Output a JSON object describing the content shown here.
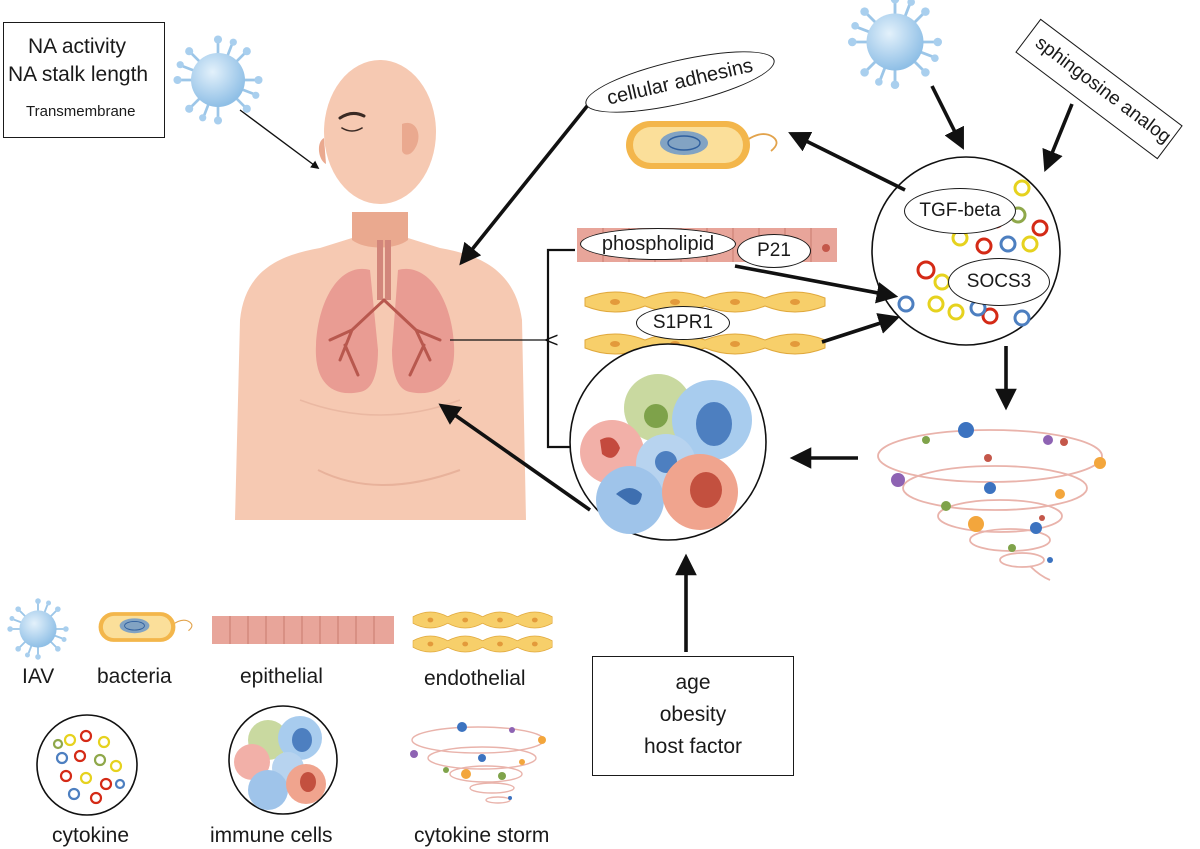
{
  "factor_box": {
    "line1": "NA activity",
    "line2": "NA stalk length",
    "line3": "Transmembrane"
  },
  "sphingosine_box": {
    "label": "sphingosine analog"
  },
  "ovals": {
    "cellular_adhesins": "cellular adhesins",
    "phospholipid": "phospholipid",
    "p21": "P21",
    "s1pr1": "S1PR1",
    "tgf_beta": "TGF-beta",
    "socs3": "SOCS3"
  },
  "host_box": {
    "line1": "age",
    "line2": "obesity",
    "line3": "host factor"
  },
  "legend": {
    "iav": "IAV",
    "bacteria": "bacteria",
    "epithelial": "epithelial",
    "endothelial": "endothelial",
    "cytokine": "cytokine",
    "immune_cells": "immune cells",
    "cytokine_storm": "cytokine storm"
  },
  "colors": {
    "skin": "#f6c9b2",
    "skin_shadow": "#eaa98f",
    "lung": "#e99c93",
    "bronchi": "#b8584e",
    "virus": "#a9cfee",
    "arrow": "#111111",
    "endothelial": "#f7cf6a",
    "epithelial": "#e8a59a"
  }
}
